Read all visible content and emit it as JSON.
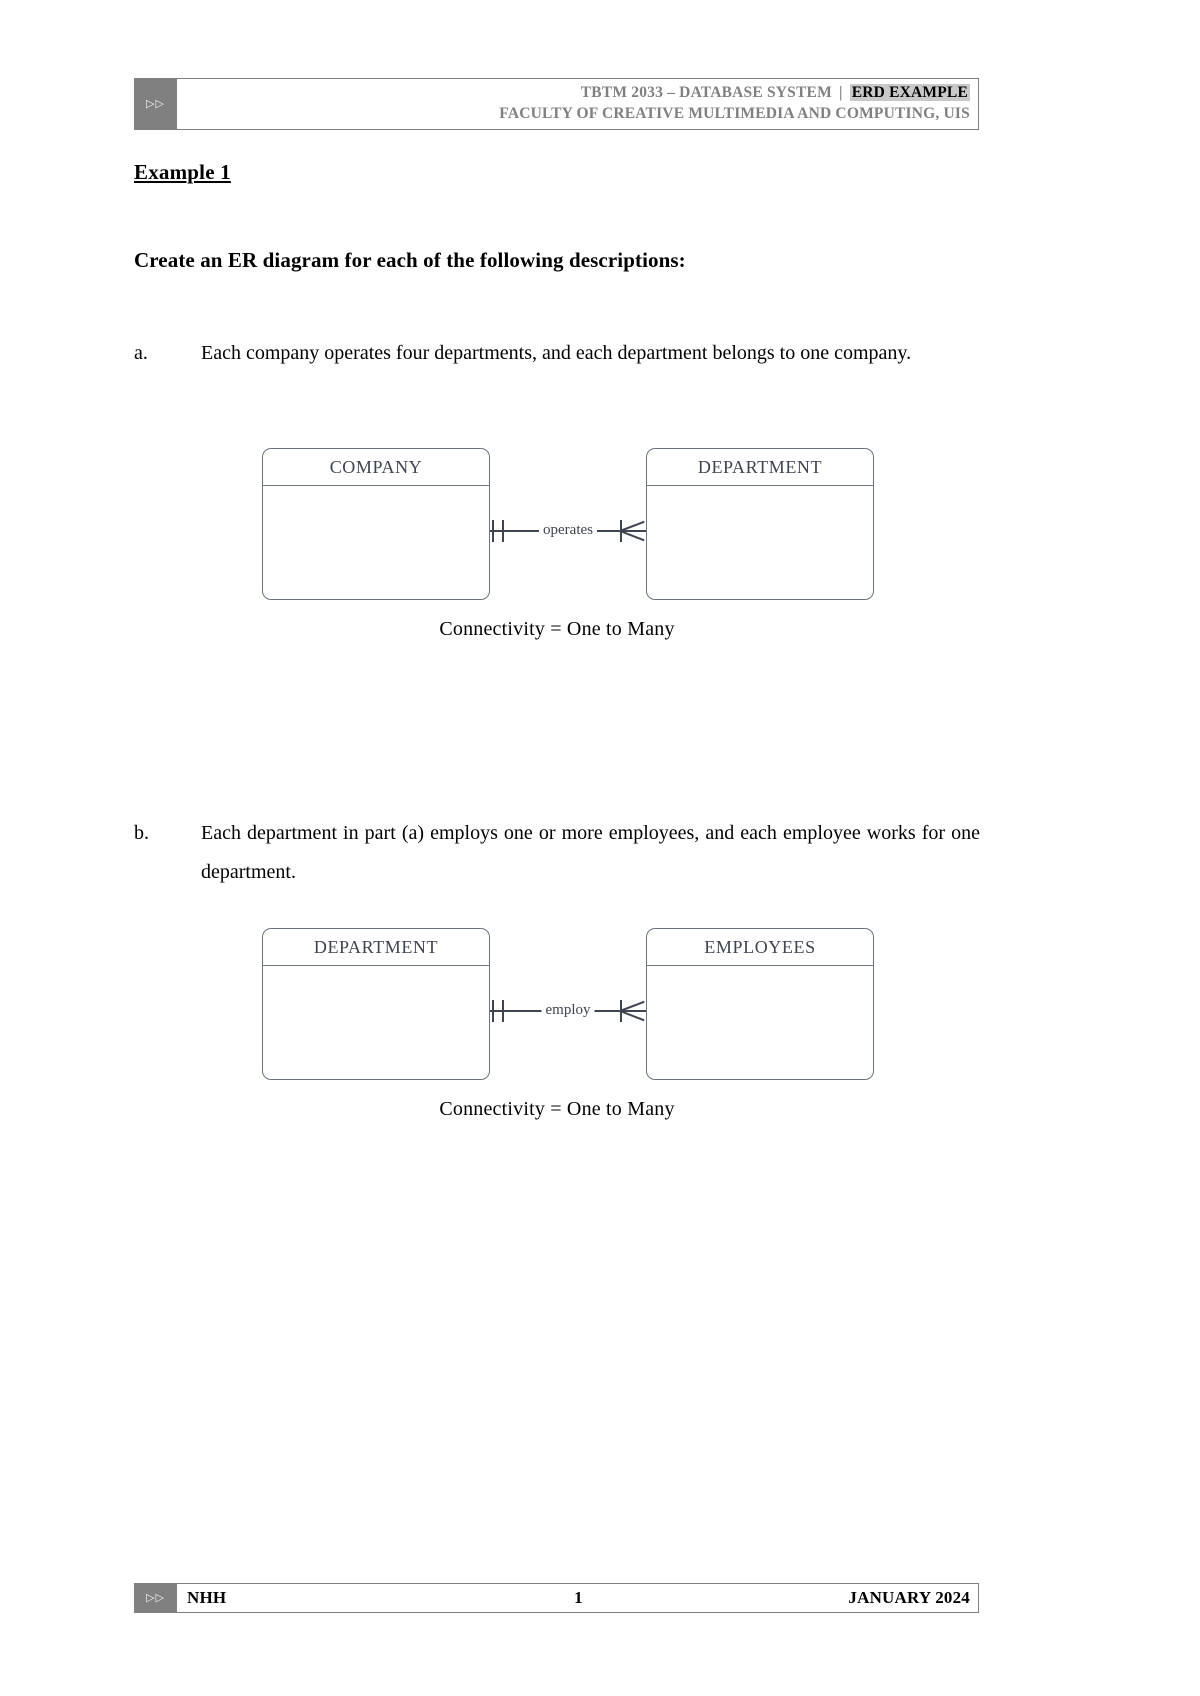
{
  "header": {
    "badge_icon": "double-chevron-icon",
    "line1_course": "TBTM 2033 – DATABASE SYSTEM",
    "line1_separator": "|",
    "line1_highlight": "ERD EXAMPLE",
    "line2": "FACULTY OF CREATIVE MULTIMEDIA AND COMPUTING, UIS"
  },
  "content": {
    "example_heading": "Example 1",
    "instruction": "Create an ER diagram for each of the following descriptions:",
    "items": [
      {
        "label": "a.",
        "text": "Each company operates four departments, and each department belongs to one company."
      },
      {
        "label": "b.",
        "text": "Each department in part (a) employs one or more employees, and each employee works for one department."
      }
    ]
  },
  "diagrams": [
    {
      "id": "erd-company-department",
      "left_entity": "COMPANY",
      "right_entity": "DEPARTMENT",
      "relationship_label": "operates",
      "left_cardinality": "one-mandatory",
      "right_cardinality": "many",
      "caption": "Connectivity = One to Many"
    },
    {
      "id": "erd-department-employees",
      "left_entity": "DEPARTMENT",
      "right_entity": "EMPLOYEES",
      "relationship_label": "employ",
      "left_cardinality": "one-mandatory",
      "right_cardinality": "many",
      "caption": "Connectivity = One to Many"
    }
  ],
  "footer": {
    "badge_icon": "double-chevron-icon",
    "author": "NHH",
    "page_number": "1",
    "date": "JANUARY 2024"
  },
  "colors": {
    "header_text": "#808080",
    "highlight_bg": "#c9c9c9",
    "badge_bg": "#808080",
    "diagram_stroke": "#6b7280",
    "body_text": "#000000"
  }
}
